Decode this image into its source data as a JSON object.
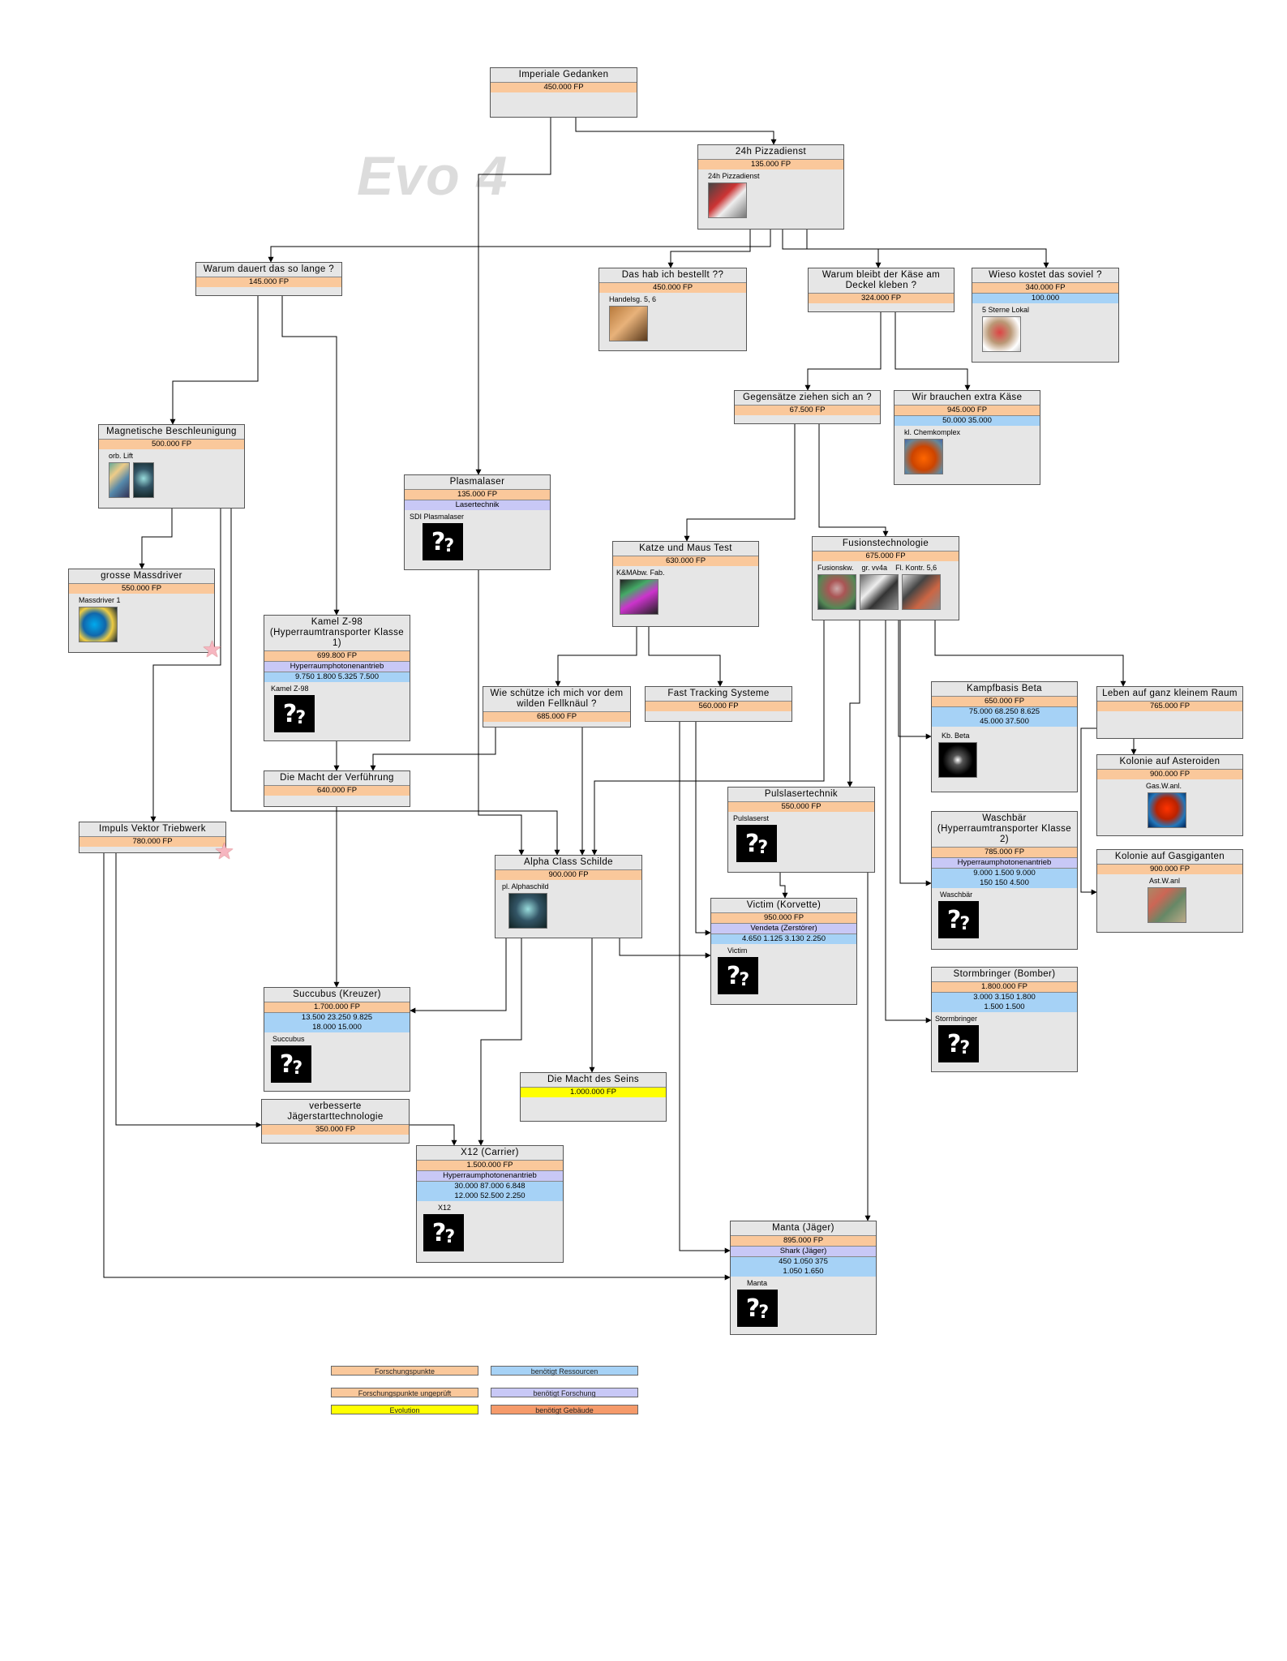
{
  "watermark": "Evo 4",
  "nodes": {
    "imp": {
      "title": "Imperiale Gedanken",
      "fp": "450.000 FP"
    },
    "pizza": {
      "title": "24h Pizzadienst",
      "fp": "135.000 FP",
      "images": [
        "24h Pizzadienst"
      ]
    },
    "warum": {
      "title": "Warum dauert das so lange ?",
      "fp": "145.000 FP"
    },
    "bestellt": {
      "title": "Das hab ich bestellt ??",
      "fp": "450.000 FP",
      "images": [
        "Handelsg. 5, 6"
      ]
    },
    "kaese": {
      "title": "Warum bleibt der Käse am Deckel kleben ?",
      "fp": "324.000 FP"
    },
    "soviel": {
      "title": "Wieso kostet das soviel ?",
      "fp": "340.000 FP",
      "res": [
        "100.000"
      ],
      "images": [
        "5 Sterne Lokal"
      ]
    },
    "gegen": {
      "title": "Gegensätze ziehen sich an ?",
      "fp": "67.500 FP"
    },
    "extra": {
      "title": "Wir brauchen extra Käse",
      "fp": "945.000 FP",
      "res": [
        "50.000 35.000"
      ],
      "images": [
        "kl. Chemkomplex"
      ]
    },
    "magnet": {
      "title": "Magnetische Beschleunigung",
      "fp": "500.000 FP",
      "images": [
        "orb. Lift"
      ]
    },
    "plasma": {
      "title": "Plasmalaser",
      "fp": "135.000 FP",
      "req": "Lasertechnik",
      "images": [
        "SDI Plasmalaser"
      ]
    },
    "katze": {
      "title": "Katze und Maus Test",
      "fp": "630.000 FP",
      "images": [
        "K&MAbw. Fab."
      ]
    },
    "fusion": {
      "title": "Fusionstechnologie",
      "fp": "675.000 FP",
      "images": [
        "Fusionskw.",
        "gr. vv4a",
        "Fl. Kontr. 5,6"
      ]
    },
    "mass": {
      "title": "grosse Massdriver",
      "fp": "550.000 FP",
      "images": [
        "Massdriver 1"
      ]
    },
    "kamel": {
      "title": "Kamel Z-98 (Hyperraumtransporter Klasse 1)",
      "fp": "699.800 FP",
      "req": "Hyperraumphotonenantrieb",
      "res": [
        "9.750  1.800  5.325  7.500"
      ],
      "images": [
        "Kamel Z-98"
      ]
    },
    "wie": {
      "title": "Wie schütze ich mich vor dem wilden Fellknäul ?",
      "fp": "685.000 FP"
    },
    "fast": {
      "title": "Fast Tracking Systeme",
      "fp": "560.000 FP"
    },
    "kampf": {
      "title": "Kampfbasis Beta",
      "fp": "650.000 FP",
      "res": [
        "75.000  68.250  8.625",
        "45.000  37.500"
      ],
      "images": [
        "Kb. Beta"
      ]
    },
    "leben": {
      "title": "Leben auf ganz kleinem Raum",
      "fp": "765.000 FP"
    },
    "macht": {
      "title": "Die Macht der Verführung",
      "fp": "640.000 FP"
    },
    "puls": {
      "title": "Pulslasertechnik",
      "fp": "550.000 FP",
      "images": [
        "Pulslaserst"
      ]
    },
    "astero": {
      "title": "Kolonie auf Asteroiden",
      "fp": "900.000 FP",
      "images": [
        "Gas.W.anl."
      ]
    },
    "impuls": {
      "title": "Impuls Vektor Triebwerk",
      "fp": "780.000 FP"
    },
    "alpha": {
      "title": "Alpha Class Schilde",
      "fp": "900.000 FP",
      "images": [
        "pl. Alphaschild"
      ]
    },
    "wasch": {
      "title": "Waschbär (Hyperraumtransporter Klasse 2)",
      "fp": "785.000 FP",
      "req": "Hyperraumphotonenantrieb",
      "res": [
        "9.000  1.500  9.000",
        "150  150  4.500"
      ],
      "images": [
        "Waschbär"
      ]
    },
    "gasg": {
      "title": "Kolonie auf Gasgiganten",
      "fp": "900.000 FP",
      "images": [
        "Ast.W.anl"
      ]
    },
    "victim": {
      "title": "Victim (Korvette)",
      "fp": "950.000 FP",
      "req": "Vendeta (Zerstörer)",
      "res": [
        "4.650  1.125  3.130  2.250"
      ],
      "images": [
        "Victim"
      ]
    },
    "succ": {
      "title": "Succubus (Kreuzer)",
      "fp": "1.700.000 FP",
      "res": [
        "13.500  23.250  9.825",
        "18.000  15.000"
      ],
      "images": [
        "Succubus"
      ]
    },
    "storm": {
      "title": "Stormbringer (Bomber)",
      "fp": "1.800.000 FP",
      "res": [
        "3.000  3.150  1.800",
        "1.500  1.500"
      ],
      "images": [
        "Stormbringer"
      ]
    },
    "seins": {
      "title": "Die Macht des Seins",
      "evo": "1.000.000 FP"
    },
    "jaeger": {
      "title": "verbesserte Jägerstarttechnologie",
      "fp": "350.000 FP"
    },
    "x12": {
      "title": "X12 (Carrier)",
      "fp": "1.500.000 FP",
      "req": "Hyperraumphotonenantrieb",
      "res": [
        "30.000  87.000  6.848",
        "12.000  52.500  2.250"
      ],
      "images": [
        "X12"
      ]
    },
    "manta": {
      "title": "Manta (Jäger)",
      "fp": "895.000 FP",
      "req": "Shark (Jäger)",
      "res": [
        "450  1.050  375",
        "1.050  1.650"
      ],
      "images": [
        "Manta"
      ]
    }
  },
  "legend": {
    "fp": "Forschungspunkte",
    "fp_unchecked": "Forschungspunkte ungeprüft",
    "evolution": "Evolution",
    "resources": "benötigt Ressourcen",
    "research": "benötigt Forschung",
    "building": "benötigt Gebäude"
  },
  "colors": {
    "fp": "#fac89b",
    "fp_unchecked": "#fac89b",
    "evolution": "#ffff00",
    "resources": "#a6d2f6",
    "research": "#c8c8f6",
    "building": "#f59a6a",
    "node_bg": "#e6e6e6"
  }
}
